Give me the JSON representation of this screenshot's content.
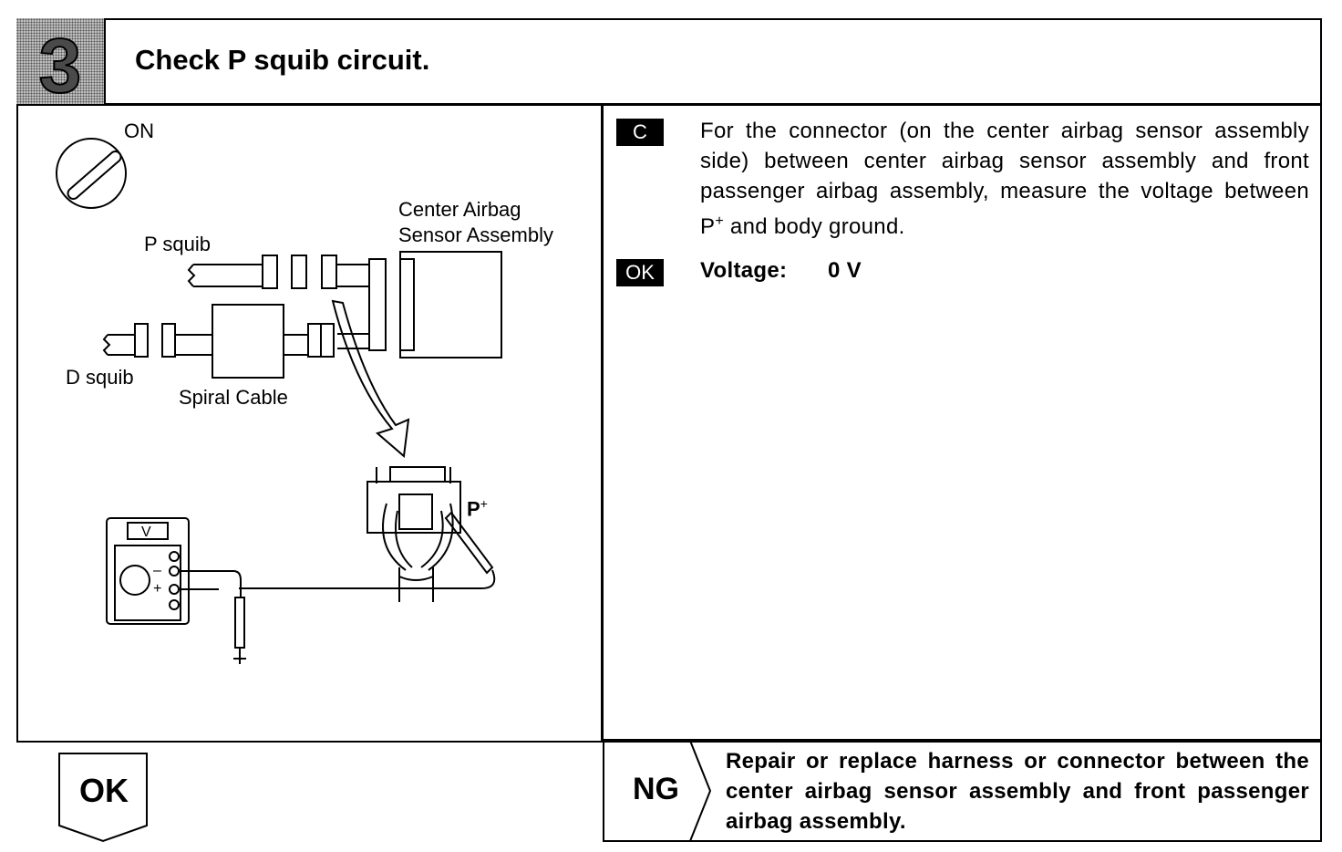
{
  "header": {
    "step_number": "3",
    "title": "Check P squib circuit."
  },
  "diagram": {
    "ignition_label": "ON",
    "center_airbag_label_1": "Center Airbag",
    "center_airbag_label_2": "Sensor Assembly",
    "p_squib_label": "P squib",
    "d_squib_label": "D squib",
    "spiral_cable_label": "Spiral Cable",
    "meter_label": "V",
    "meter_minus": "–",
    "meter_plus": "+",
    "p_plus_label": "P",
    "p_plus_sup": "+"
  },
  "instruction": {
    "c_tag": "C",
    "text_part1": "For the connector (on the center airbag sensor assembly side) between center airbag sensor assembly and front passenger airbag assembly, measure the voltage between P",
    "sup": "+",
    "text_part2": " and body ground.",
    "ok_tag": "OK",
    "voltage_label": "Voltage:",
    "voltage_value": "0 V"
  },
  "footer": {
    "ok_label": "OK",
    "ng_label": "NG",
    "ng_text": "Repair or replace harness or connector between the center airbag sensor assembly and front passenger airbag assembly."
  }
}
